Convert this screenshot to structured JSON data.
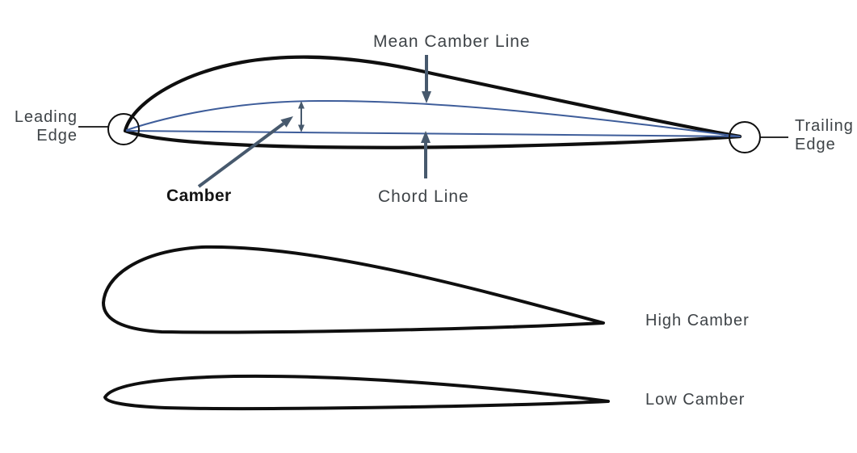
{
  "diagram": {
    "name": "Airfoil camber anatomy diagram",
    "labels": {
      "mean_camber_line": "Mean Camber Line",
      "chord_line": "Chord Line",
      "camber": "Camber",
      "leading_edge": {
        "line1": "Leading",
        "line2": "Edge"
      },
      "trailing_edge": {
        "line1": "Trailing",
        "line2": "Edge"
      },
      "high_camber": "High Camber",
      "low_camber": "Low Camber"
    },
    "colors": {
      "outline": "#0f0f0f",
      "camber_blue": "#3e5d9a",
      "arrow_slate": "#47596d",
      "label_gray": "#3e4347",
      "camber_label_color": "#141414",
      "background": "#ffffff"
    }
  }
}
